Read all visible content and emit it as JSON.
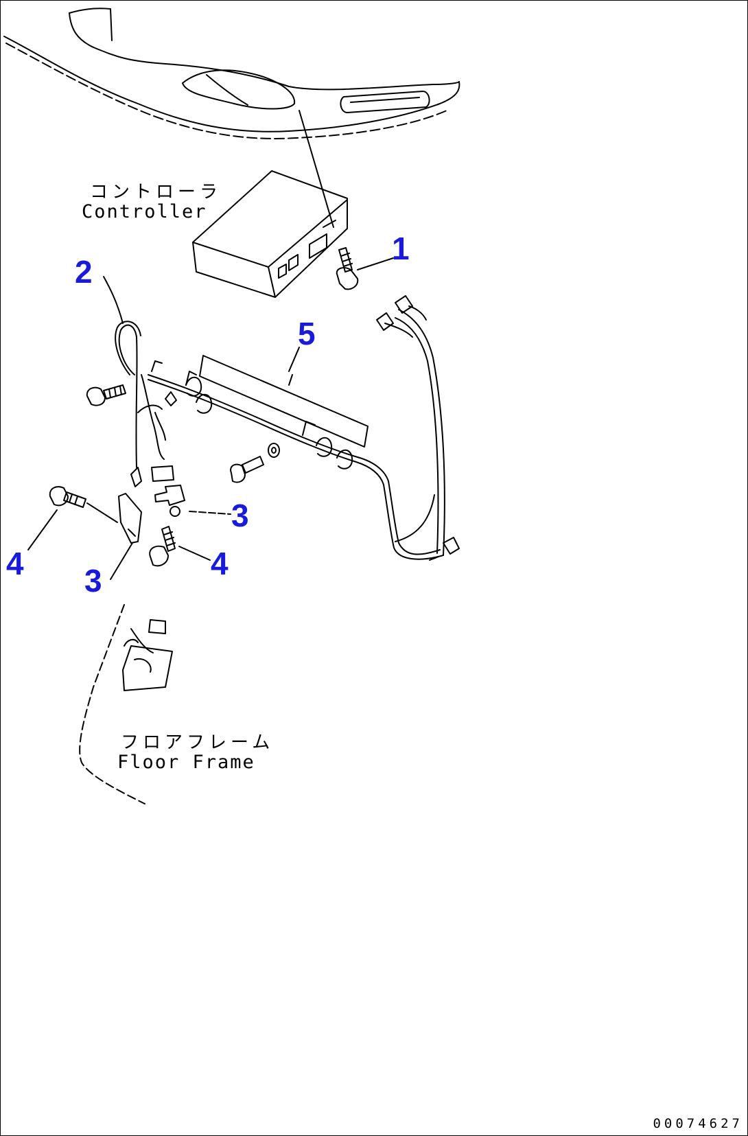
{
  "labels": {
    "controller_jp": "コントローラ",
    "controller_en": "Controller",
    "floor_frame_jp": "フロアフレーム",
    "floor_frame_en": "Floor Frame"
  },
  "callouts": {
    "c1": "1",
    "c2": "2",
    "c3a": "3",
    "c3b": "3",
    "c4a": "4",
    "c4b": "4",
    "c5": "5"
  },
  "drawing_code": "00074627",
  "colors": {
    "callout": "#1a1adb",
    "line": "#000000",
    "background": "#ffffff"
  }
}
